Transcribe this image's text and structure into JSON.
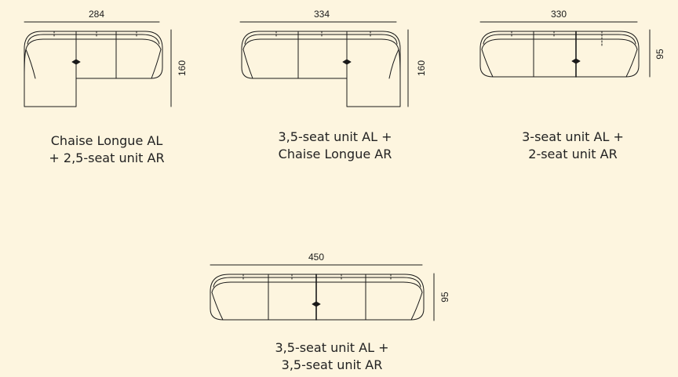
{
  "layouts": [
    {
      "width_label": "284",
      "depth_label": "160",
      "caption_line1": "Chaise Longue AL",
      "caption_line2": "+ 2,5-seat unit  AR"
    },
    {
      "width_label": "334",
      "depth_label": "160",
      "caption_line1": "3,5-seat unit AL +",
      "caption_line2": "Chaise Longue AR"
    },
    {
      "width_label": "330",
      "depth_label": "95",
      "caption_line1": "3-seat unit AL +",
      "caption_line2": "2-seat unit AR"
    },
    {
      "width_label": "450",
      "depth_label": "95",
      "caption_line1": "3,5-seat unit AL +",
      "caption_line2": "3,5-seat unit AR"
    }
  ],
  "colors": {
    "background": "#FDF5DF",
    "line": "#1a1a1a"
  }
}
